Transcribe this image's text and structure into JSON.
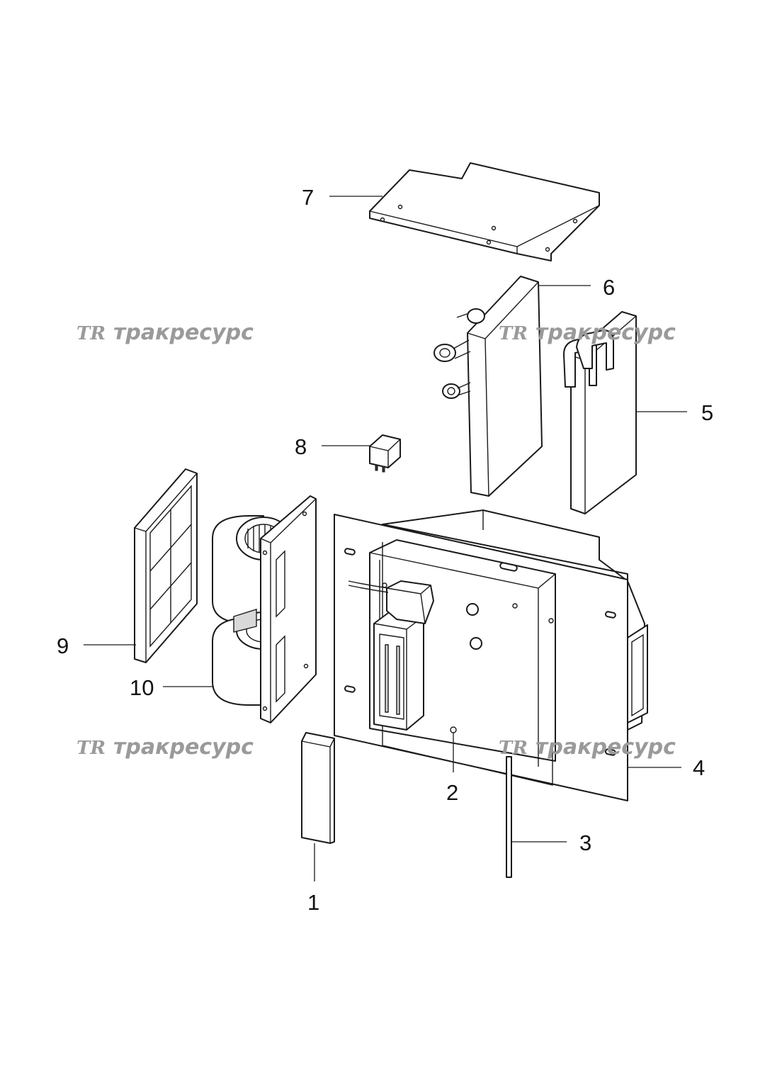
{
  "callouts": [
    {
      "id": "1",
      "label": "1"
    },
    {
      "id": "2",
      "label": "2"
    },
    {
      "id": "3",
      "label": "3"
    },
    {
      "id": "4",
      "label": "4"
    },
    {
      "id": "5",
      "label": "5"
    },
    {
      "id": "6",
      "label": "6"
    },
    {
      "id": "7",
      "label": "7"
    },
    {
      "id": "8",
      "label": "8"
    },
    {
      "id": "9",
      "label": "9"
    },
    {
      "id": "10",
      "label": "10"
    }
  ],
  "watermark": {
    "logo": "TR",
    "text": "тракресурс"
  },
  "colors": {
    "line": "#1a1a1a",
    "watermark": "#9a9a9a",
    "background": "#ffffff"
  }
}
